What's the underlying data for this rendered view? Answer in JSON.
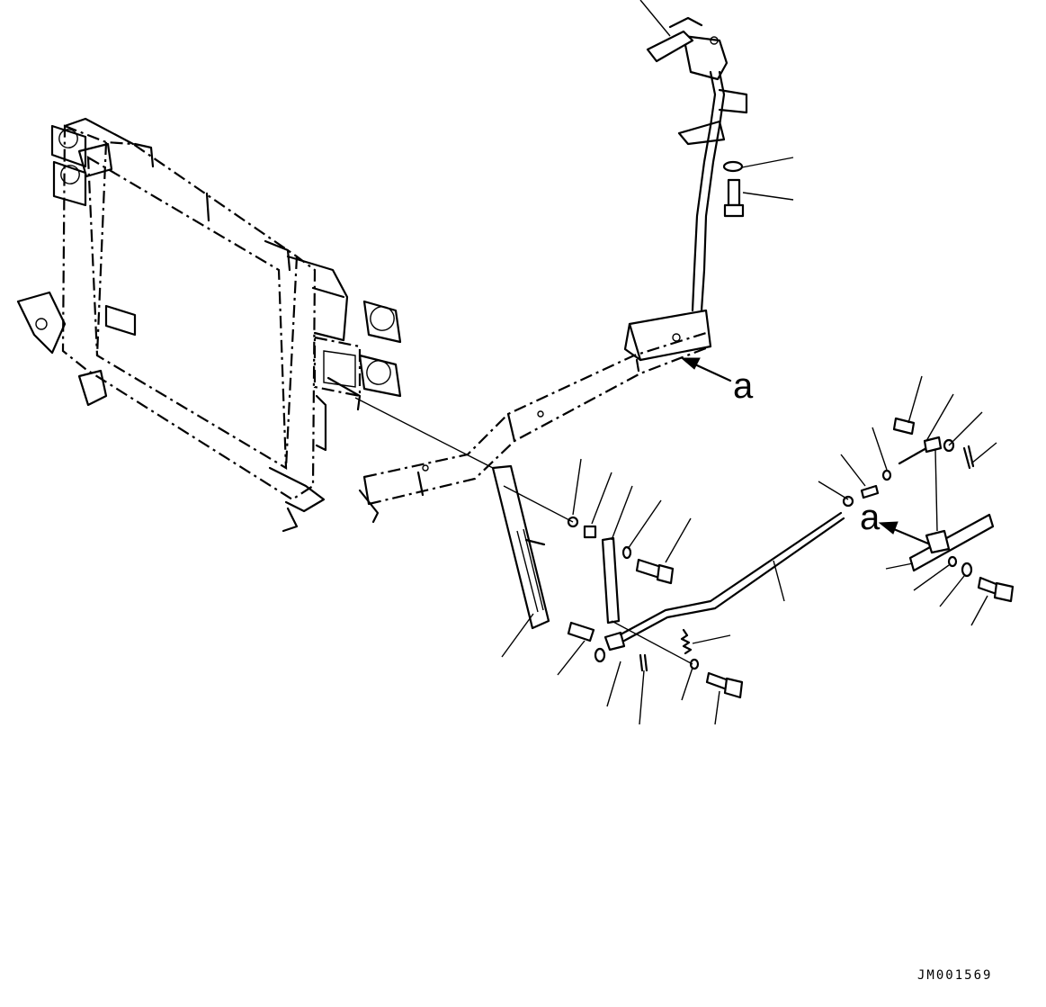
{
  "diagram": {
    "labels": {
      "view_a_upper": "a",
      "view_a_lower": "a"
    },
    "drawing_code": "JM001569"
  }
}
